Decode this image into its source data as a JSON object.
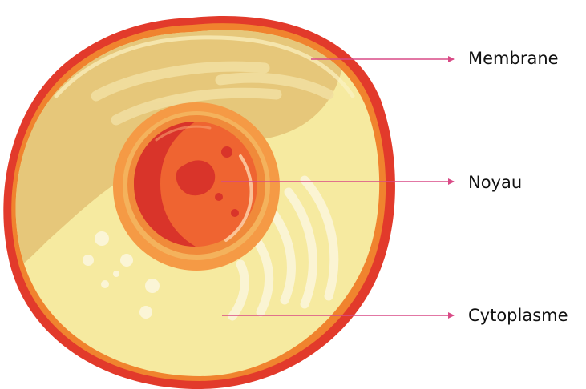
{
  "labels": {
    "membrane": "Membrane",
    "noyau": "Noyau",
    "cytoplasme": "Cytoplasme"
  },
  "colors": {
    "membrane_outer": "#e23a2b",
    "membrane_inner": "#f0832e",
    "cytoplasm_light": "#f6eaa0",
    "cytoplasm_tan": "#e6c77a",
    "nuclear_envelope": "#f59a45",
    "nucleus": "#ef6431",
    "nucleus_dark": "#d9342a",
    "pointer_line": "#d94a86"
  }
}
